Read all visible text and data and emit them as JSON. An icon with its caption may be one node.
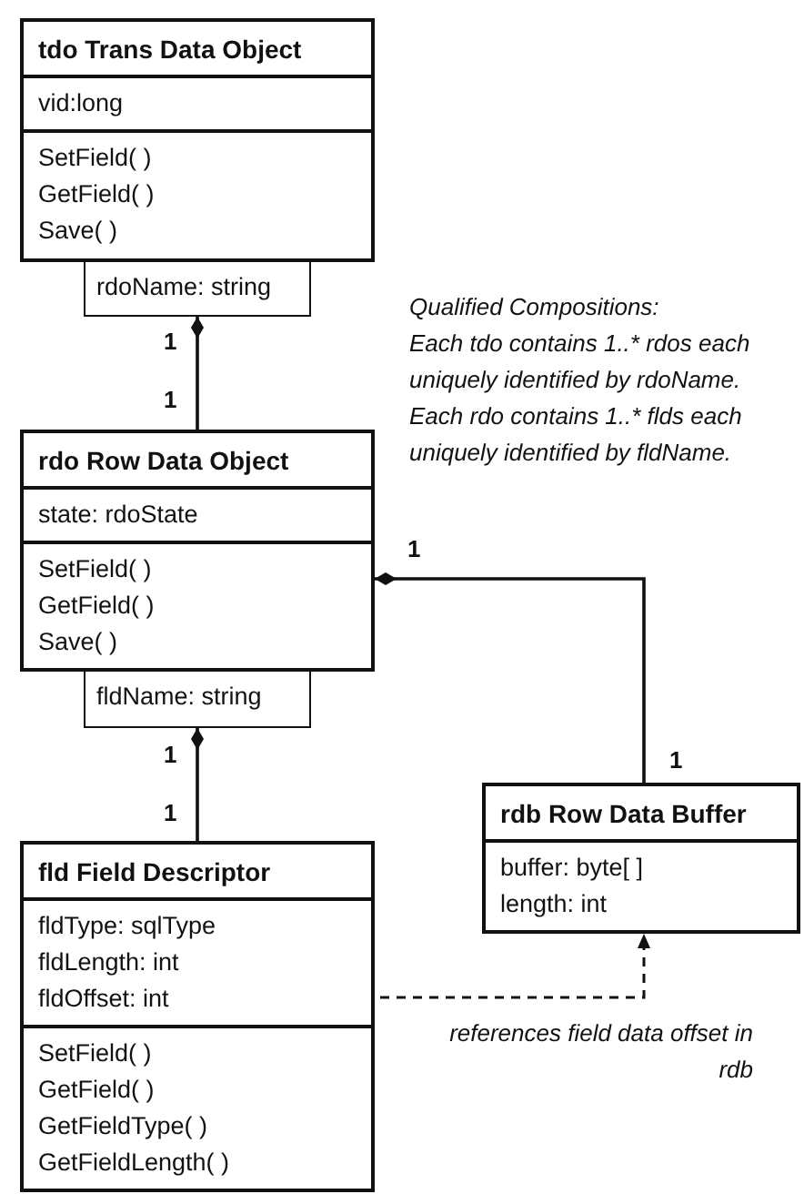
{
  "diagram": {
    "nodes": [
      {
        "text": [
          "tdo Trans Data Object",
          "vid:long",
          "SetField( )",
          "GetField( )",
          "Save( )"
        ]
      },
      {
        "text": [
          "rdoName: string"
        ]
      },
      {
        "text": [
          "rdo Row Data Object",
          "state: rdoState",
          "SetField( )",
          "GetField( )",
          "Save( )"
        ]
      },
      {
        "text": [
          "fldName: string"
        ]
      },
      {
        "text": [
          "fld Field Descriptor",
          "fldType: sqlType",
          "fldLength: int",
          "fldOffset: int",
          "SetField( )",
          "GetField( )",
          "GetFieldType( )",
          "GetFieldLength( )"
        ]
      },
      {
        "text": [
          "rdb Row Data Buffer",
          "buffer: byte[ ]",
          "length: int"
        ]
      }
    ],
    "edges": [
      {
        "from": 1,
        "to": 2,
        "arrow": "other"
      },
      {
        "from": 3,
        "to": 4,
        "arrow": "other"
      },
      {
        "from": 2,
        "to": 5,
        "arrow": "other"
      },
      {
        "from": 4,
        "to": 5,
        "arrow": "to",
        "style": "dashed",
        "label": "references field data offset in rdb"
      }
    ],
    "labels": [
      "1",
      "1",
      "1",
      "1",
      "1",
      "1",
      "Qualified Compositions:",
      "Each tdo contains 1..* rdos each uniquely identified by rdoName. Each rdo contains 1..* flds each uniquely identified by fldName."
    ]
  }
}
